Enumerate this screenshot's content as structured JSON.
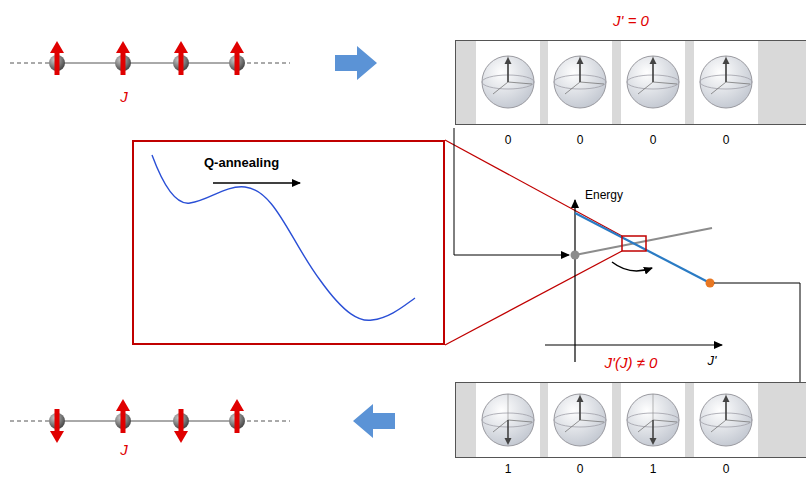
{
  "diagram": {
    "nodes": [
      {
        "text": [
          "J' = 0"
        ]
      },
      {
        "text": [
          "Q-annealing"
        ]
      },
      {
        "text": [
          "J'(J) ≠ 0"
        ]
      }
    ],
    "labels": [
      "J",
      "0",
      "0",
      "0",
      "0",
      "Energy",
      "J'",
      "1",
      "0",
      "1",
      "0",
      "J"
    ]
  }
}
